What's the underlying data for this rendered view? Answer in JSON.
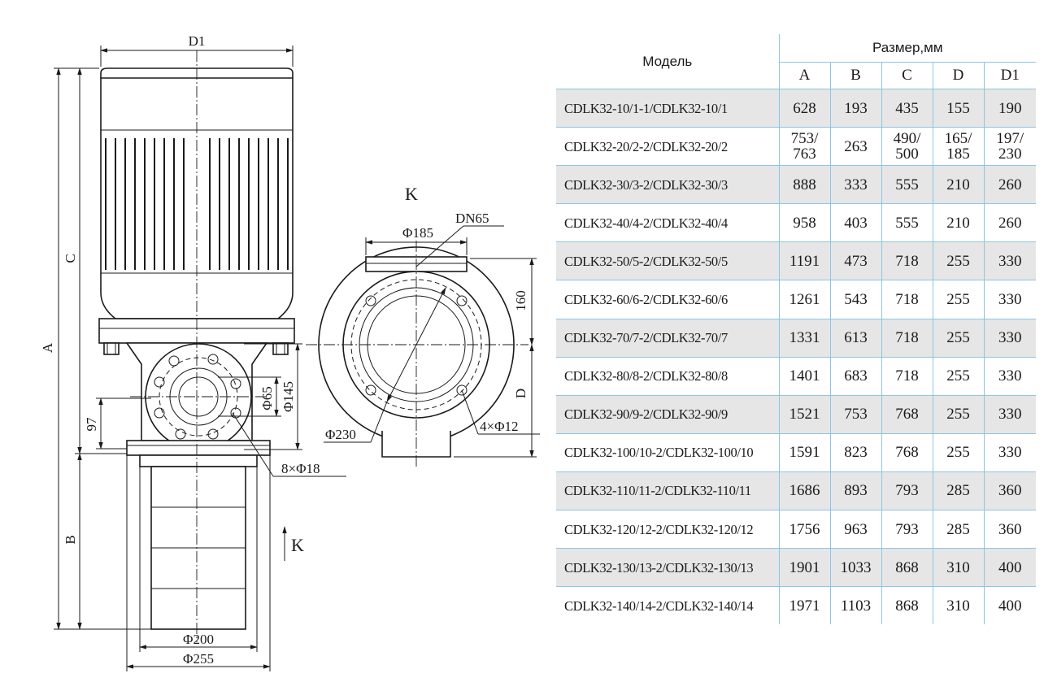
{
  "drawing": {
    "labels": {
      "d1": "D1",
      "a": "A",
      "b": "B",
      "c": "C",
      "d": "D",
      "k_view": "K",
      "k_arrow": "K",
      "dn65": "DN65",
      "phi185": "Φ185",
      "phi230": "Φ230",
      "phi65": "Φ65",
      "phi145": "Φ145",
      "phi200": "Φ200",
      "phi255": "Φ255",
      "dim160": "160",
      "dim97": "97",
      "bolts_8": "8×Φ18",
      "bolts_4": "4×Φ12"
    }
  },
  "table": {
    "model_header": "Модель",
    "size_header": "Размер,мм",
    "columns": [
      "A",
      "B",
      "C",
      "D",
      "D1"
    ],
    "rows": [
      {
        "model": "CDLK32-10/1-1/CDLK32-10/1",
        "a": "628",
        "b": "193",
        "c": "435",
        "d": "155",
        "d1": "190"
      },
      {
        "model": "CDLK32-20/2-2/CDLK32-20/2",
        "a": "753/\n763",
        "b": "263",
        "c": "490/\n500",
        "d": "165/\n185",
        "d1": "197/\n230"
      },
      {
        "model": "CDLK32-30/3-2/CDLK32-30/3",
        "a": "888",
        "b": "333",
        "c": "555",
        "d": "210",
        "d1": "260"
      },
      {
        "model": "CDLK32-40/4-2/CDLK32-40/4",
        "a": "958",
        "b": "403",
        "c": "555",
        "d": "210",
        "d1": "260"
      },
      {
        "model": "CDLK32-50/5-2/CDLK32-50/5",
        "a": "1191",
        "b": "473",
        "c": "718",
        "d": "255",
        "d1": "330"
      },
      {
        "model": "CDLK32-60/6-2/CDLK32-60/6",
        "a": "1261",
        "b": "543",
        "c": "718",
        "d": "255",
        "d1": "330"
      },
      {
        "model": "CDLK32-70/7-2/CDLK32-70/7",
        "a": "1331",
        "b": "613",
        "c": "718",
        "d": "255",
        "d1": "330"
      },
      {
        "model": "CDLK32-80/8-2/CDLK32-80/8",
        "a": "1401",
        "b": "683",
        "c": "718",
        "d": "255",
        "d1": "330"
      },
      {
        "model": "CDLK32-90/9-2/CDLK32-90/9",
        "a": "1521",
        "b": "753",
        "c": "768",
        "d": "255",
        "d1": "330"
      },
      {
        "model": "CDLK32-100/10-2/CDLK32-100/10",
        "a": "1591",
        "b": "823",
        "c": "768",
        "d": "255",
        "d1": "330"
      },
      {
        "model": "CDLK32-110/11-2/CDLK32-110/11",
        "a": "1686",
        "b": "893",
        "c": "793",
        "d": "285",
        "d1": "360"
      },
      {
        "model": "CDLK32-120/12-2/CDLK32-120/12",
        "a": "1756",
        "b": "963",
        "c": "793",
        "d": "285",
        "d1": "360"
      },
      {
        "model": "CDLK32-130/13-2/CDLK32-130/13",
        "a": "1901",
        "b": "1033",
        "c": "868",
        "d": "310",
        "d1": "400"
      },
      {
        "model": "CDLK32-140/14-2/CDLK32-140/14",
        "a": "1971",
        "b": "1103",
        "c": "868",
        "d": "310",
        "d1": "400"
      }
    ]
  }
}
